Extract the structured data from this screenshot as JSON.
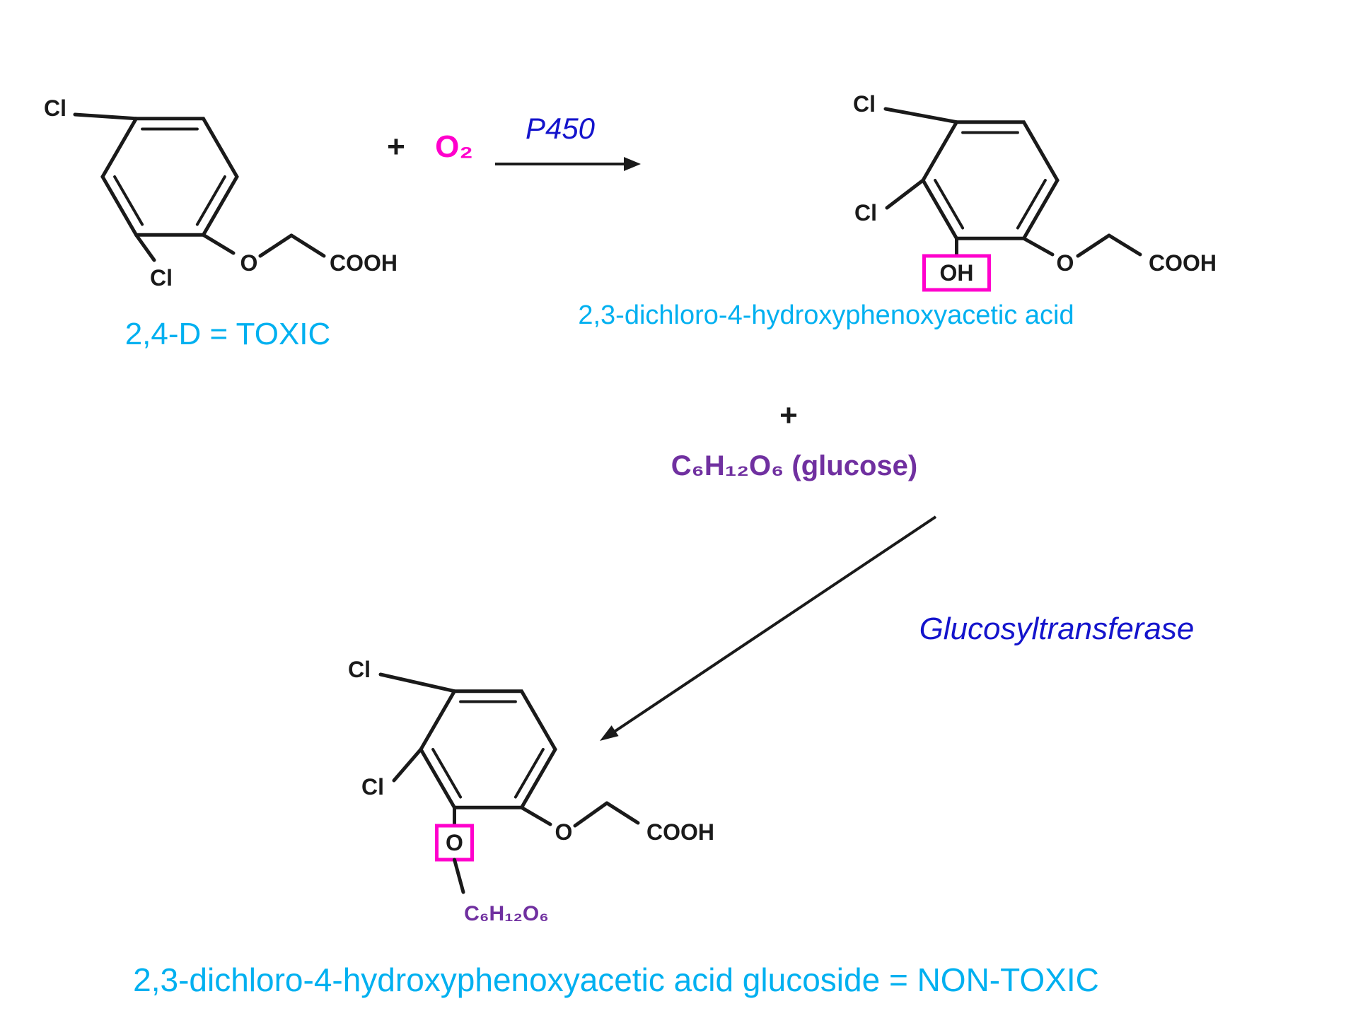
{
  "colors": {
    "bond": "#1a1a1a",
    "cyan_label": "#00B0F0",
    "enzyme_blue": "#1414CC",
    "magenta": "#FF00CC",
    "purple": "#7030A0"
  },
  "reaction": {
    "plus_1": "+",
    "oxygen": "O₂",
    "enzyme_1": "P450",
    "plus_2": "+",
    "glucose_reactant": "C₆H₁₂O₆ (glucose)",
    "enzyme_2": "Glucosyltransferase"
  },
  "molecule_24d": {
    "cl_para": "Cl",
    "cl_ortho": "Cl",
    "ether_o": "O",
    "acid_group": "COOH",
    "caption": "2,4-D = TOXIC"
  },
  "molecule_hydroxy": {
    "cl_3": "Cl",
    "cl_2": "Cl",
    "hydroxyl": "OH",
    "ether_o": "O",
    "acid_group": "COOH",
    "caption": "2,3-dichloro-4-hydroxyphenoxyacetic acid"
  },
  "molecule_glucoside": {
    "cl_3": "Cl",
    "cl_2": "Cl",
    "glycosidic_o": "O",
    "ether_o": "O",
    "acid_group": "COOH",
    "glucose_formula": "C₆H₁₂O₆",
    "caption": "2,3-dichloro-4-hydroxyphenoxyacetic acid glucoside = NON-TOXIC"
  }
}
